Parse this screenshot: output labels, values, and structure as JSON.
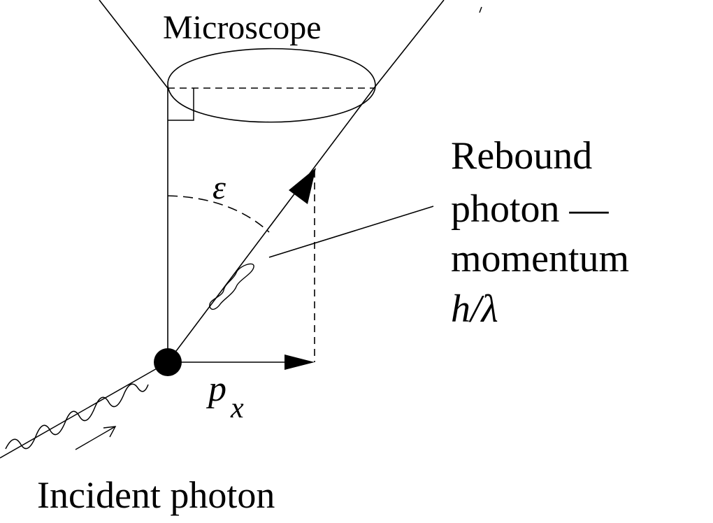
{
  "labels": {
    "microscope": "Microscope",
    "rebound_line1": "Rebound",
    "rebound_line2": "photon —",
    "rebound_line3": "momentum",
    "rebound_line4": "h/λ",
    "angle": "ε",
    "momentum_p": "p",
    "momentum_sub": "x",
    "incident": "Incident photon"
  }
}
